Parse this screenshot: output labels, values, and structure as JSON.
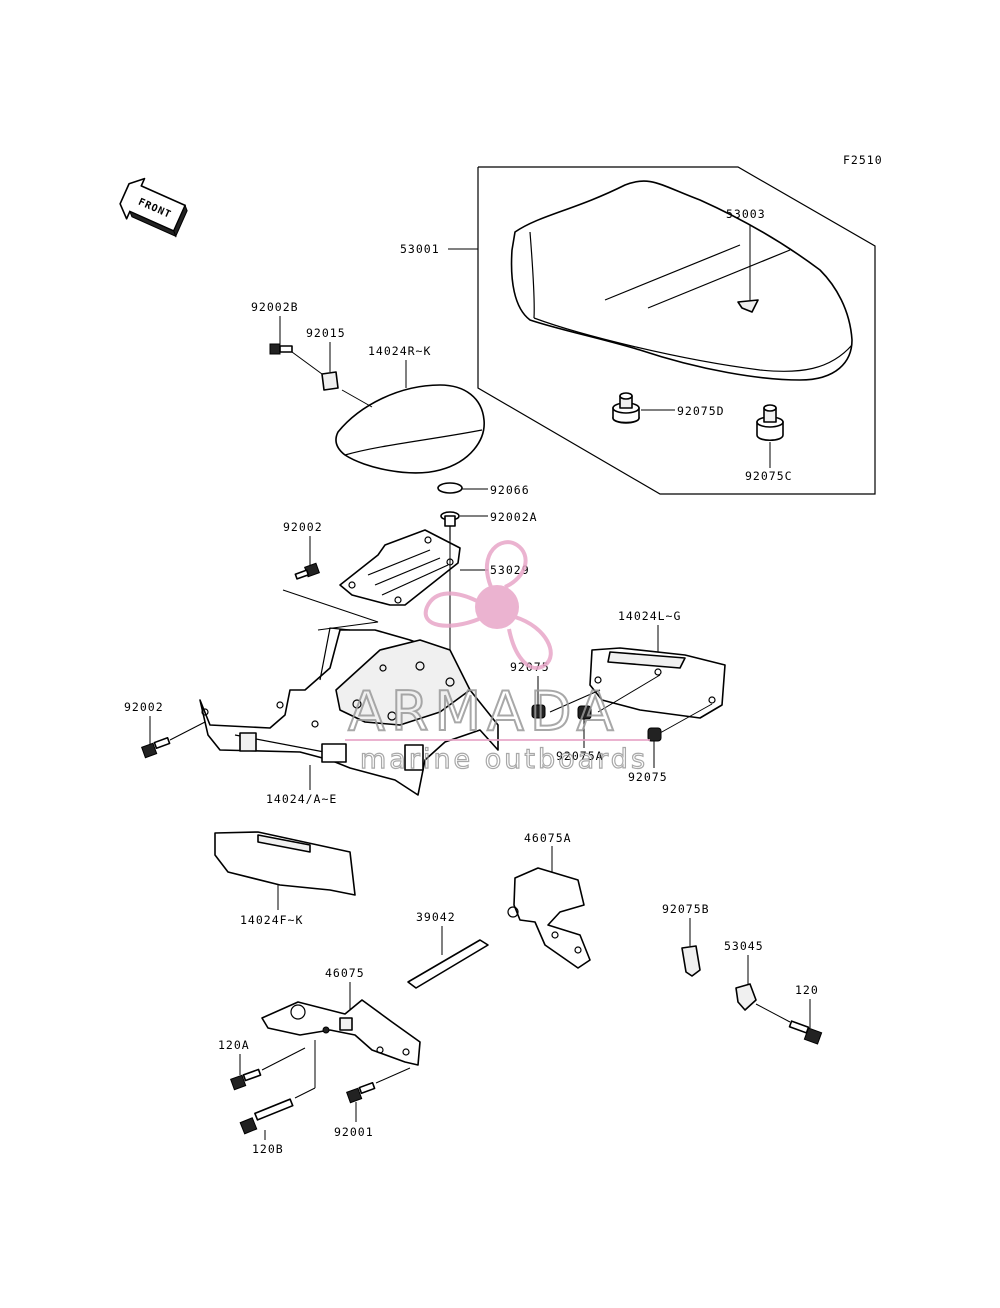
{
  "figure_code": "F2510",
  "front_label": "FRONT",
  "parts": {
    "seat_assy": "53001",
    "seat_cover": "53003",
    "damper_d": "92075D",
    "damper_c": "92075C",
    "bolt_b": "92002B",
    "clip": "92015",
    "cover_rk": "14024R~K",
    "cap": "92066",
    "bolt_a": "92002A",
    "bracket_plate": "53029",
    "bolt_upper": "92002",
    "bolt_left": "92002",
    "side_cover": "14024L~G",
    "damper_1": "92075",
    "damper_a": "92075A",
    "damper_2": "92075",
    "main_cover": "14024/A~E",
    "lower_cover": "14024F~K",
    "hinge_a": "46075A",
    "pin": "39042",
    "damper_b": "92075B",
    "hinge": "46075",
    "latch": "53045",
    "bolt_120a": "120A",
    "bolt_120": "120",
    "bolt_120b": "120B",
    "bolt_92001": "92001"
  },
  "watermark": {
    "brand": "ARMADA",
    "tagline": "marine outboards",
    "color": "#e8a6c8"
  }
}
